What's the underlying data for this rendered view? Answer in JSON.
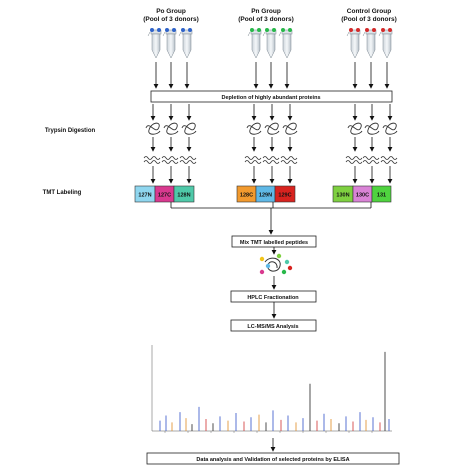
{
  "groups": [
    {
      "name": "Po Group",
      "sub": "(Pool of 3 donors)",
      "dot_color": "#2f63c9"
    },
    {
      "name": "Pn Group",
      "sub": "(Pool of 3 donors)",
      "dot_color": "#28b84a"
    },
    {
      "name": "Control Group",
      "sub": "(Pool of 3 donors)",
      "dot_color": "#d42a2a"
    }
  ],
  "steps": {
    "depletion": "Depletion of highly abundant proteins",
    "mix": "Mix TMT labelled peptides",
    "hplc": "HPLC Fractionation",
    "lcms": "LC-MS/MS Analysis",
    "final": "Data analysis and Validation of selected proteins by ELISA"
  },
  "side_labels": {
    "trypsin": "Trypsin Digestion",
    "tmt": "TMT Labeling"
  },
  "tmt_tags": [
    {
      "label": "127N",
      "color": "#8fd6ef"
    },
    {
      "label": "127C",
      "color": "#d9398f"
    },
    {
      "label": "128N",
      "color": "#4fc9a9"
    },
    {
      "label": "128C",
      "color": "#f29a2e"
    },
    {
      "label": "129N",
      "color": "#5fb8e6"
    },
    {
      "label": "129C",
      "color": "#d8231f"
    },
    {
      "label": "130N",
      "color": "#7ed040"
    },
    {
      "label": "130C",
      "color": "#d983d6"
    },
    {
      "label": "131",
      "color": "#4fd33f"
    }
  ],
  "colors": {
    "spectrum_blue": "#3050c8",
    "spectrum_red": "#d03030",
    "spectrum_orange": "#e08a20",
    "spectrum_black": "#222222"
  }
}
